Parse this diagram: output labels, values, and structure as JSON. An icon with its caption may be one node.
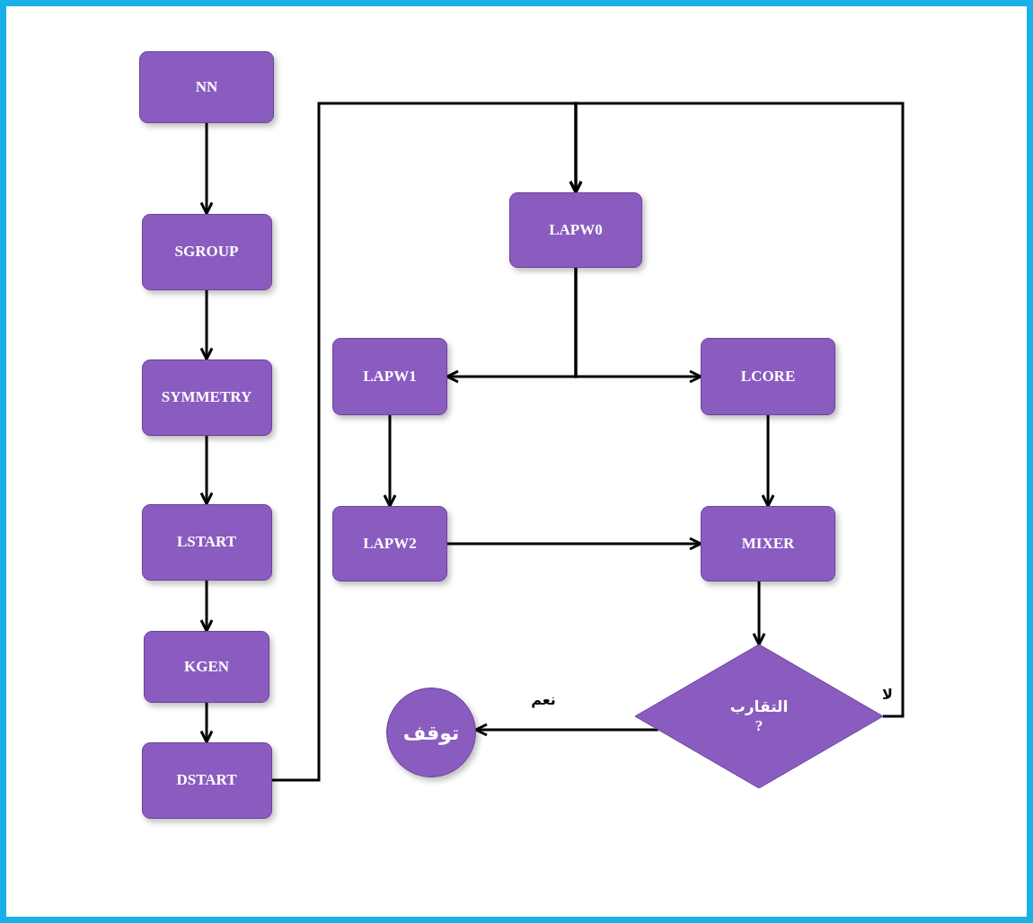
{
  "diagram": {
    "nodes": [
      {
        "text": [
          "NN"
        ]
      },
      {
        "text": [
          "SGROUP"
        ]
      },
      {
        "text": [
          "SYMMETRY"
        ]
      },
      {
        "text": [
          "LSTART"
        ]
      },
      {
        "text": [
          "KGEN"
        ]
      },
      {
        "text": [
          "DSTART"
        ]
      },
      {
        "text": [
          "LAPW0"
        ]
      },
      {
        "text": [
          "LAPW1"
        ]
      },
      {
        "text": [
          "LCORE"
        ]
      },
      {
        "text": [
          "LAPW2"
        ]
      },
      {
        "text": [
          "MIXER"
        ]
      },
      {
        "text": [
          "التقارب",
          "?"
        ]
      },
      {
        "text": [
          "توقف"
        ]
      }
    ],
    "edges": [
      {
        "from": 0,
        "to": 1,
        "arrow": "to"
      },
      {
        "from": 1,
        "to": 2,
        "arrow": "to"
      },
      {
        "from": 2,
        "to": 3,
        "arrow": "to"
      },
      {
        "from": 3,
        "to": 4,
        "arrow": "to"
      },
      {
        "from": 4,
        "to": 5,
        "arrow": "to"
      },
      {
        "from": 5,
        "to": 6,
        "arrow": "to"
      },
      {
        "from": 6,
        "to": 7,
        "arrow": "to"
      },
      {
        "from": 6,
        "to": 8,
        "arrow": "to"
      },
      {
        "from": 7,
        "to": 9,
        "arrow": "to"
      },
      {
        "from": 8,
        "to": 10,
        "arrow": "to"
      },
      {
        "from": 9,
        "to": 10,
        "arrow": "to"
      },
      {
        "from": 10,
        "to": 11,
        "arrow": "to"
      },
      {
        "from": 11,
        "to": 12,
        "label": "نعم",
        "arrow": "to"
      },
      {
        "from": 11,
        "to": 6,
        "label": "لا",
        "arrow": "to"
      }
    ]
  }
}
